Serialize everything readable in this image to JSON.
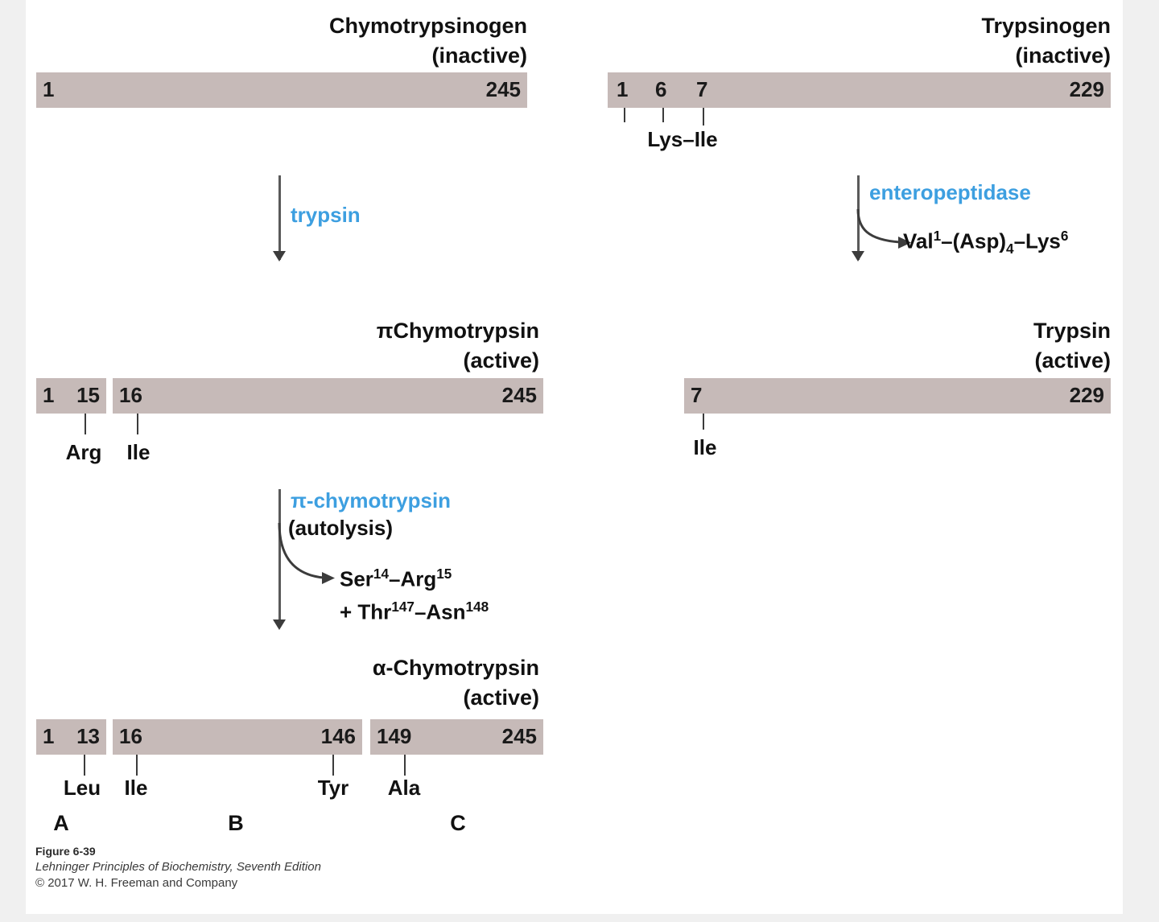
{
  "figure": {
    "accent_blue": "#3d9fe0",
    "bar_color": "#c6bab8",
    "page_background": "#ffffff",
    "margin_background": "#f0f0f0"
  },
  "chymotrypsinogen": {
    "title": "Chymotrypsinogen",
    "state": "(inactive)",
    "start_label": "1",
    "end_label": "245"
  },
  "trypsinogen": {
    "title": "Trypsinogen",
    "state": "(inactive)",
    "num_1": "1",
    "num_6": "6",
    "num_7": "7",
    "end_label": "229",
    "residues_label": "Lys–Ile"
  },
  "arrow_trypsin": {
    "enzyme": "trypsin"
  },
  "arrow_enteropeptidase": {
    "enzyme": "enteropeptidase",
    "product": "Val1–(Asp)4–Lys6",
    "product_parts": {
      "a": "Val",
      "a_sup": "1",
      "b": "–(Asp)",
      "b_sub": "4",
      "c": "–Lys",
      "c_sup": "6"
    }
  },
  "pi_chymotrypsin": {
    "title": "πChymotrypsin",
    "state": "(active)",
    "seg_a_start": "1",
    "seg_a_end": "15",
    "seg_b_start": "16",
    "seg_b_end": "245",
    "residue_arg": "Arg",
    "residue_ile": "Ile"
  },
  "trypsin_active": {
    "title": "Trypsin",
    "state": "(active)",
    "start_label": "7",
    "end_label": "229",
    "residue_ile": "Ile"
  },
  "arrow_autolysis": {
    "enzyme": "π-chymotrypsin",
    "note": "(autolysis)",
    "product_line1_parts": {
      "a": "Ser",
      "a_sup": "14",
      "b": "–Arg",
      "b_sup": "15"
    },
    "product_line2_parts": {
      "plus": "+ ",
      "a": "Thr",
      "a_sup": "147",
      "b": "–Asn",
      "b_sup": "148"
    },
    "product_line1": "Ser14–Arg15",
    "product_line2": "+ Thr147–Asn148"
  },
  "alpha_chymotrypsin": {
    "title": "α-Chymotrypsin",
    "state": "(active)",
    "seg_a_start": "1",
    "seg_a_end": "13",
    "seg_b_start": "16",
    "seg_b_end": "146",
    "seg_c_start": "149",
    "seg_c_end": "245",
    "residue_leu": "Leu",
    "residue_ile": "Ile",
    "residue_tyr": "Tyr",
    "residue_ala": "Ala",
    "chain_a": "A",
    "chain_b": "B",
    "chain_c": "C"
  },
  "caption": {
    "figure_number": "Figure 6-39",
    "source": "Lehninger Principles of Biochemistry, Seventh Edition",
    "copyright": "© 2017 W. H. Freeman and Company"
  }
}
